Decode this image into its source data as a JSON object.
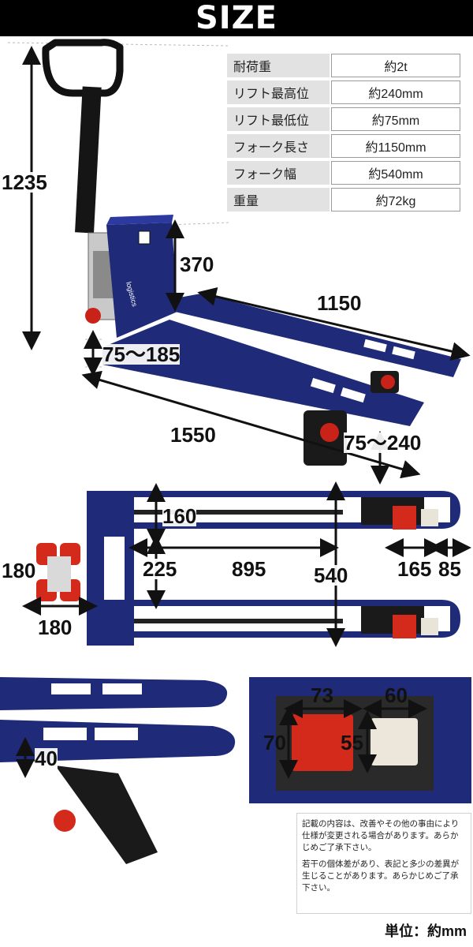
{
  "header": {
    "title": "SIZE"
  },
  "specs": [
    {
      "label": "耐荷重",
      "value": "約2t"
    },
    {
      "label": "リフト最高位",
      "value": "約240mm"
    },
    {
      "label": "リフト最低位",
      "value": "約75mm"
    },
    {
      "label": "フォーク長さ",
      "value": "約1150mm"
    },
    {
      "label": "フォーク幅",
      "value": "約540mm"
    },
    {
      "label": "重量",
      "value": "約72kg"
    }
  ],
  "product": {
    "brand_mark": "logistics"
  },
  "dimensions": {
    "side": {
      "total_height": "1235",
      "frame_height": "370",
      "fork_length": "1150",
      "lift_range_rear": "75～185",
      "total_length": "1550",
      "lift_range_front": "75～240"
    },
    "top": {
      "fork_inner_width": "160",
      "inner_gap": "225",
      "inner_length": "895",
      "total_width": "540",
      "roller_section": "165",
      "tip": "85",
      "steer_wheel_dia": "180",
      "steer_wheel_width": "180"
    },
    "detail": {
      "fork_thickness": "40",
      "load_roller_width": "73",
      "load_roller_dia": "70",
      "entry_roller_width": "60",
      "entry_roller_dia": "55"
    }
  },
  "notes": {
    "note1": "記載の内容は、改善やその他の事由により仕様が変更される場合があります。あらかじめご了承下さい。",
    "note2": "若干の個体差があり、表記と多少の差異が生じることがあります。あらかじめご了承下さい。"
  },
  "unit_label": "単位：約mm",
  "colors": {
    "body_blue": "#1f2a78",
    "roller_red": "#d42a1c",
    "header_bg": "#000000"
  }
}
